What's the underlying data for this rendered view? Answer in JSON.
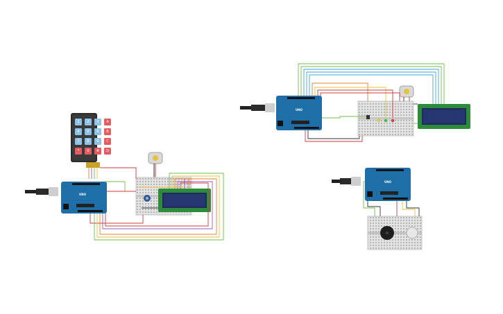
{
  "keypad": {
    "keys": [
      "1",
      "2",
      "3",
      "A",
      "4",
      "5",
      "6",
      "B",
      "7",
      "8",
      "9",
      "C",
      "*",
      "0",
      "#",
      "D"
    ]
  },
  "board": {
    "label": "UNO"
  },
  "colors": {
    "background": "#ffffff",
    "arduino": "#1e6fa8",
    "breadboard": "#dcdcdc",
    "lcd_body": "#2e8b3e",
    "lcd_screen": "#1f2b59",
    "wire_red": "#d23b3b",
    "wire_green": "#6fbf4a",
    "wire_yellow": "#e6c23a",
    "wire_orange": "#e0812c",
    "wire_purple": "#9b59b6",
    "wire_blue": "#3aa6dd",
    "key_number": "#8fc3e6",
    "key_letter": "#e45b61"
  }
}
